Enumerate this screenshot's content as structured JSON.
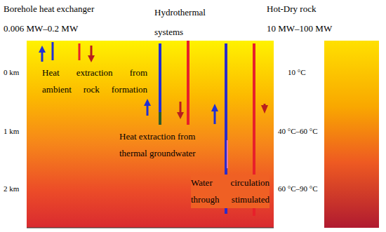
{
  "diagram": {
    "labels": [
      "Borehole heat exchanger",
      "0.006 MW–0.2 MW",
      "Hydrothermal systems",
      "Hot-Dry rock",
      "10 MW–100 MW",
      "0 km",
      "1 km",
      "2 km",
      "Heat extraction from ambient rock formation",
      "Heat extraction from thermal groundwater",
      "Water circulation through stimulated",
      "10 °C",
      "40 °C–60 °C",
      "60 °C–90 °C"
    ]
  }
}
